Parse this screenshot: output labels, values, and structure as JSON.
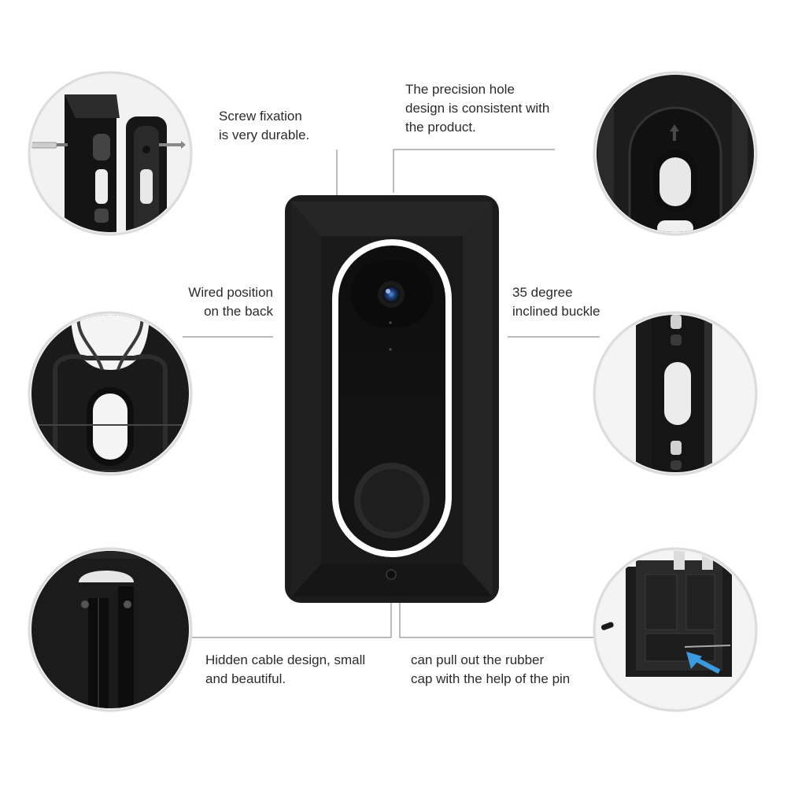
{
  "callouts": {
    "screw": {
      "line1": "Screw fixation",
      "line2": "is very durable."
    },
    "hole": {
      "line1": "The precision hole",
      "line2": "design is consistent with",
      "line3": "the product."
    },
    "wired": {
      "line1": "Wired position",
      "line2": "on the back"
    },
    "buckle": {
      "line1": "35 degree",
      "line2": "inclined buckle"
    },
    "cable": {
      "line1": "Hidden cable design, small",
      "line2": "and beautiful."
    },
    "pin": {
      "line1": "can pull out the rubber",
      "line2": "cap with the help of the pin"
    }
  },
  "colors": {
    "bracket": "#1c1c1c",
    "bracket_edge": "#2e2e2e",
    "ring": "#ffffff",
    "lens_accent": "#2a5db0",
    "pin_arrow": "#3b9be0",
    "leader": "#7a7a7a"
  },
  "icons": [
    "up-arrow-icon",
    "screw-icon",
    "wall-plug-icon",
    "pin-arrow-icon"
  ]
}
